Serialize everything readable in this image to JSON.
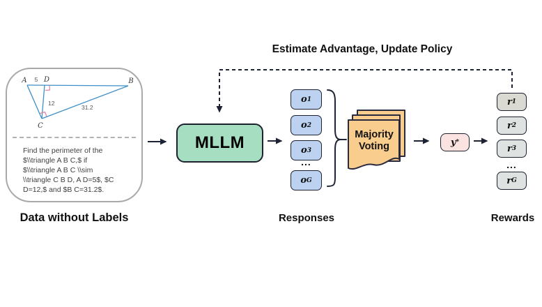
{
  "colors": {
    "arrow": "#1e2235",
    "mllm_fill": "#a5dec0",
    "response_fill": "#bcd2f0",
    "page_fill": "#f9cd8e",
    "consensus_fill": "#fae3e1",
    "reward_fill": "#dee2e1",
    "reward_fill_first": "#dad9d2",
    "box_border": "#1e2130",
    "data_box_outline": "#a9a9a9",
    "figure_line_blue": "#3e8fc7",
    "right_angle_pink": "#e87fa0"
  },
  "feedback_label": "Estimate Advantage, Update Policy",
  "data_box": {
    "caption": "Data without Labels",
    "figure": {
      "vertex_a": "A",
      "vertex_b": "B",
      "vertex_c": "C",
      "vertex_d": "D",
      "len_ad": "5",
      "len_cd": "12",
      "len_bc": "31.2"
    },
    "question_lines": [
      "Find the perimeter of the",
      "$\\\\triangle A B C,$ if",
      "$\\\\triangle A B C \\\\sim",
      "\\\\triangle C B D, A D=5$, $C",
      "D=12,$ and $B C=31.2$."
    ]
  },
  "mllm_label": "MLLM",
  "responses": {
    "caption": "Responses",
    "ellipsis": "...",
    "items": [
      {
        "base": "o",
        "sub": "1"
      },
      {
        "base": "o",
        "sub": "2"
      },
      {
        "base": "o",
        "sub": "3"
      },
      {
        "base": "o",
        "sub": "G"
      }
    ]
  },
  "majority_voting": {
    "line1": "Majority",
    "line2": "Voting"
  },
  "consensus": {
    "base": "y",
    "sup": "*"
  },
  "rewards": {
    "caption": "Rewards",
    "ellipsis": "...",
    "items": [
      {
        "base": "r",
        "sub": "1"
      },
      {
        "base": "r",
        "sub": "2"
      },
      {
        "base": "r",
        "sub": "3"
      },
      {
        "base": "r",
        "sub": "G"
      }
    ]
  }
}
